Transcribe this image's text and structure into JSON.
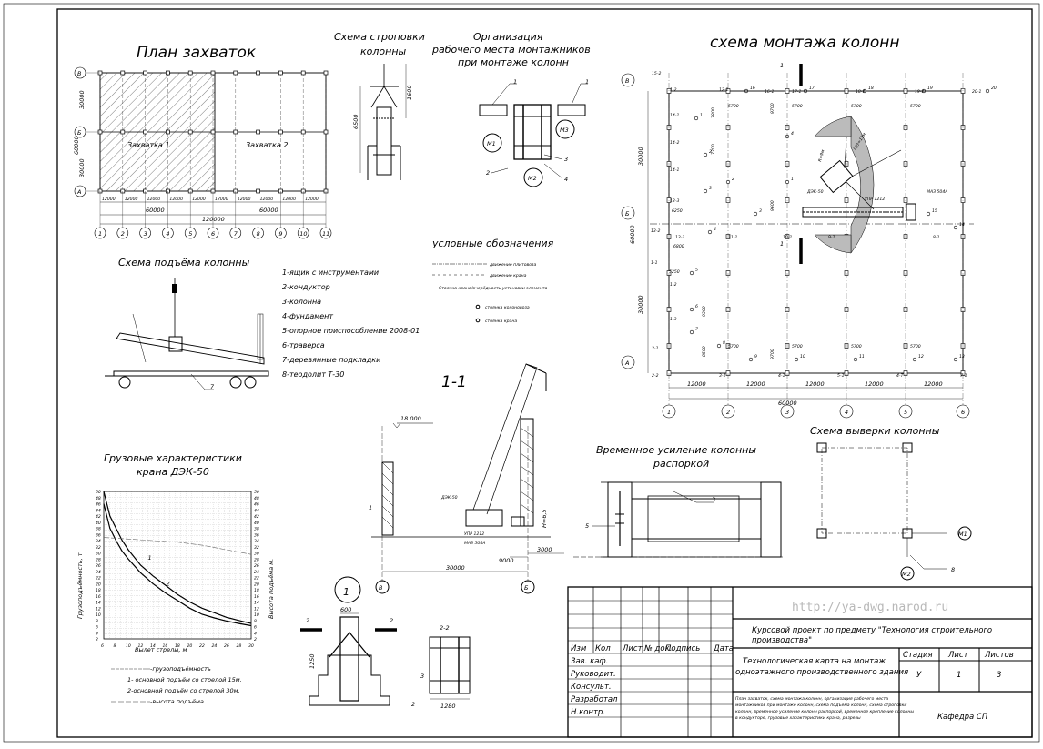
{
  "titles": {
    "plan": "План захваток",
    "slinging": "Схема строповки колонны",
    "workplace": "Организация рабочего места монтажников при монтаже колонн",
    "mounting": "схема монтажа колонн",
    "lifting": "Схема подъёма колонны",
    "legend": "условные обозначения",
    "section": "1-1",
    "temp": "Временное усиление колонны распоркой",
    "alignment": "Схема выверки колонны",
    "load_chart": "Грузовые характеристики крана ДЭК-50",
    "node": "1",
    "section22": "2-2"
  },
  "plan": {
    "zone1": "Захватка 1",
    "zone2": "Захватка 2",
    "dims_row": [
      "12000",
      "12000",
      "12000",
      "12000",
      "12000",
      "12000",
      "12000",
      "12000",
      "12000",
      "12000"
    ],
    "dim_60a": "60000",
    "dim_60b": "60000",
    "dim_120": "120000",
    "axes_num": [
      "1",
      "2",
      "3",
      "4",
      "5",
      "6",
      "7",
      "8",
      "9",
      "10",
      "11"
    ],
    "axes_let": [
      "В",
      "Б",
      "А"
    ],
    "vdims": [
      "30000",
      "60000",
      "30000"
    ]
  },
  "slinging": {
    "d1": "1600",
    "d2": "6500"
  },
  "workplace": {
    "labels": [
      "1",
      "1",
      "2",
      "3",
      "4"
    ],
    "m": [
      "М1",
      "М2",
      "М3"
    ]
  },
  "lifting_list": [
    "1-ящик с инструментами",
    "2-кондуктор",
    "3-колонна",
    "4-фундамент",
    "5-опорное приспособление 2008-01",
    "6-траверса",
    "7-деревянные подкладки",
    "8-теодолит Т-30"
  ],
  "lifting": {
    "label7": "7"
  },
  "legend": [
    "движение плитовоза",
    "движение крана",
    "Стоянка крана/очерёдность установки элемента",
    "стоянка колоновоза",
    "стоянка крана"
  ],
  "mount": {
    "axes_let": [
      "В",
      "Б",
      "А"
    ],
    "axes_num": [
      "1",
      "2",
      "3",
      "4",
      "5",
      "6"
    ],
    "span": [
      "12000",
      "12000",
      "12000",
      "12000",
      "12000"
    ],
    "total": "60000",
    "vdims": [
      "30000",
      "60000",
      "30000"
    ],
    "d5700": "5700",
    "d9700": "9700",
    "d6800": "6800",
    "d5250": "5250",
    "d9300": "9300",
    "d8500": "8500",
    "d6250": "6250",
    "d9600": "9600",
    "d7800": "7800",
    "d7200": "7200",
    "crane": "ДЭК-50",
    "truck": "МАЗ 504А",
    "trailer": "УПР 1212",
    "sect": "1",
    "radius": "L(r)=13м",
    "reach": "R=9м",
    "row_labels": [
      "15-2",
      "1-2",
      "14-1",
      "14-2",
      "14-1",
      "13-3",
      "13-2",
      "13-1",
      "1-1",
      "1-2",
      "1-3",
      "2-1",
      "2-2",
      "3-1",
      "4-1",
      "5-1",
      "4-Т",
      "7-1",
      "8-1",
      "9-1",
      "10-1",
      "11-1",
      "12-1",
      "16-1",
      "17-1",
      "18-1",
      "19-1",
      "20-1"
    ],
    "nums": [
      "1",
      "2",
      "3",
      "4",
      "5",
      "6",
      "7",
      "8",
      "9",
      "10",
      "11",
      "12",
      "13",
      "14",
      "15",
      "16",
      "17",
      "18",
      "19",
      "20"
    ]
  },
  "section": {
    "elev": "18.000",
    "crane": "ДЭК-50",
    "trailer": "УПР 1212",
    "truck": "МАЗ 504А",
    "d9000": "9000",
    "d3000": "3000",
    "d30000": "30000",
    "h": "Н=6,5",
    "axes": [
      "В",
      "Б"
    ],
    "l1": "1"
  },
  "temp": {
    "l3": "3",
    "l5": "5"
  },
  "align": {
    "m1": "М1",
    "m2": "М2",
    "l8": "8"
  },
  "node": {
    "d600": "600",
    "d1250": "1250",
    "l2a": "2",
    "l2b": "2",
    "l3": "3",
    "l2c": "2",
    "d1280": "1280"
  },
  "chart_data": {
    "type": "line",
    "title": "Грузовые характеристики крана ДЭК-50",
    "xlabel": "Вылет стрелы, м",
    "ylabel": "Грузоподъёмность, т",
    "y2label": "Высота подъёма м.",
    "x_ticks": [
      6,
      8,
      10,
      12,
      14,
      16,
      18,
      20,
      22,
      24,
      26,
      28,
      30
    ],
    "y_ticks": [
      2,
      4,
      6,
      8,
      10,
      12,
      14,
      16,
      18,
      20,
      22,
      24,
      26,
      28,
      30,
      32,
      34,
      36,
      38,
      40,
      42,
      44,
      46,
      48,
      50
    ],
    "y2_ticks": [
      2,
      4,
      6,
      8,
      10,
      12,
      14,
      16,
      18,
      20,
      22,
      24,
      26,
      28,
      30,
      32,
      34,
      36,
      38,
      40,
      42,
      44,
      46,
      48,
      50
    ],
    "ylim": [
      2,
      50
    ],
    "xlim": [
      6,
      30
    ],
    "series": [
      {
        "name": "основной подъём со стрелой 15м.",
        "label": "1",
        "x": [
          6,
          7,
          8,
          9,
          10,
          12,
          14,
          16,
          18,
          20,
          22,
          24,
          26,
          28,
          30
        ],
        "values": [
          50,
          42,
          38,
          34,
          31,
          26,
          22.5,
          19.5,
          16.5,
          14,
          12,
          10.5,
          9,
          8,
          7
        ]
      },
      {
        "name": "основной подъём со стрелой 30м.",
        "label": "2",
        "x": [
          6,
          7,
          8,
          9,
          10,
          12,
          14,
          16,
          18,
          20,
          22,
          24,
          26,
          28,
          30
        ],
        "values": [
          46,
          38,
          34,
          30.5,
          28,
          23.5,
          20,
          17,
          14.5,
          12,
          10,
          8.8,
          7.8,
          7,
          6.3
        ]
      },
      {
        "name": "высота подъёма",
        "x": [
          6,
          10,
          14,
          18,
          22,
          26,
          30
        ],
        "values": [
          35,
          34.5,
          34,
          33.5,
          32.5,
          31,
          29.5
        ]
      }
    ],
    "legend": [
      "-грузоподъёмность",
      "1- основной подъём со стрелой 15м.",
      "2-основной подъём со стрелой 30м.",
      "-высота подъёма"
    ]
  },
  "title_block": {
    "url": "http://ya-dwg.narod.ru",
    "project": "Курсовой проект по предмету \"Технология строительного производства\"",
    "subject": "Технологическая карта на монтаж одноэтажного производственного здания",
    "rows": [
      "Изм",
      "Кол",
      "Лист",
      "№ док.",
      "Подпись",
      "Дата"
    ],
    "roles": [
      "Зав. каф.",
      "Руководит.",
      "Консульт.",
      "Разработал",
      "Н.контр."
    ],
    "stage_h": "Стадия",
    "sheet_h": "Лист",
    "sheets_h": "Листов",
    "stage": "У",
    "sheet": "1",
    "sheets": "3",
    "contents": "План захваток, схема монтажа колонн, организация рабочего места монтажников при монтаже колонн, схема подъёма колонн, схема строповки колонн, временное усиление колонн распоркой, временное крепление колонны в кондукторе, грузовые характеристики крана, разрезы",
    "dept": "Кафедра СП"
  }
}
